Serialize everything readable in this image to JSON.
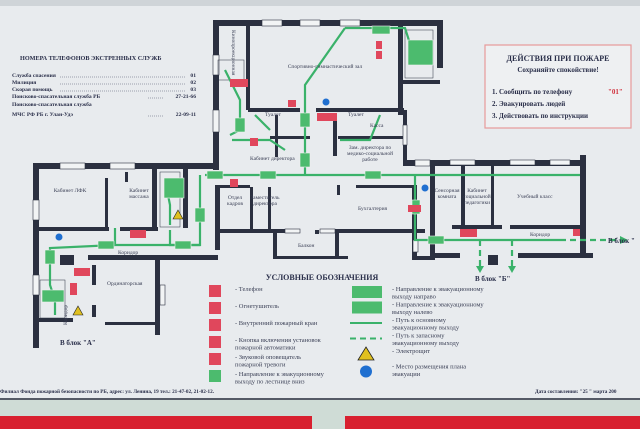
{
  "phones": {
    "title": "НОМЕРА ТЕЛЕФОНОВ ЭКСТРЕННЫХ СЛУЖБ",
    "items": [
      {
        "label": "Служба спасения",
        "number": "01"
      },
      {
        "label": "Милиция",
        "number": "02"
      },
      {
        "label": "Скорая помощь",
        "number": "03"
      },
      {
        "label": "Поисково-спасательная служба РБ",
        "number": "27-21-66"
      },
      {
        "label": "Поисково-спасательная служба",
        "number": ""
      },
      {
        "label": "МЧС РФ РБ г. Улан-Удэ",
        "number": "22-09-11"
      }
    ]
  },
  "actions": {
    "title": "ДЕЙСТВИЯ ПРИ ПОЖАРЕ",
    "subtitle": "Сохраняйте спокойствие!",
    "step1": "1. Сообщить по телефону",
    "step1_number": "\"01\"",
    "step2": "2. Эвакуировать людей",
    "step3": "3. Действовать по инструкции"
  },
  "rooms": {
    "gym": "Спортивно-гимнастический зал",
    "projection": "Кинопроекционная",
    "toilet1": "Туалет",
    "toilet2": "Туалет",
    "cash": "Касса",
    "director": "Кабинет директора",
    "deputy_medical": "Зам. директора по медико-социальной работе",
    "hr": "Отдел кадров",
    "deputy": "Заместитель директора",
    "accounting": "Бухгалтерия",
    "balcony": "Балкон",
    "lfk": "Кабинет ЛФК",
    "massage": "Кабинет массажа",
    "corridor_left": "Коридор",
    "ordinator": "Ординаторская",
    "corridor_vertical": "Коридор",
    "sensory": "Сенсорная комната",
    "social_ped": "Кабинет социальной педагогики",
    "classroom": "Учебный класс",
    "corridor_right": "Коридор"
  },
  "exits": {
    "block_a": "В блок \"А\"",
    "block_b": "В блок \"Б\"",
    "block_v": "В блок \""
  },
  "legend": {
    "title": "УСЛОВНЫЕ ОБОЗНАЧЕНИЯ",
    "left": [
      [
        "- Телефон"
      ],
      [
        "- Огнетушитель"
      ],
      [
        "- Внутренний пожарный кран"
      ],
      [
        "- Кнопка включения установок",
        "пожарной автоматики"
      ],
      [
        "- Звуковой оповещатель",
        "пожарной тревоги"
      ],
      [
        "- Направление к эвакуционному",
        "выходу по лестнице вниз"
      ]
    ],
    "right": [
      [
        "- Направление к эвакуационному",
        "выходу направо"
      ],
      [
        "- Направление к эвакуационному",
        "выходу налево"
      ],
      [
        "- Путь к основному",
        "эвакуационному выходу"
      ],
      [
        "- Путь к запасному",
        "эвакуационному выходу"
      ],
      [
        "- Электрощит"
      ],
      [
        "- Место размещения плана",
        "эвакуации"
      ]
    ]
  },
  "footer": {
    "org": "Филиал Фонда пожарной безопасности по РБ, адрес: ул. Ленина, 19  тел.: 21-47-02, 21-02-12.",
    "date": "Дата составления:  \"25 \" марта  200"
  },
  "colors": {
    "green": "#3ab26a",
    "red": "#e0475c",
    "wall": "#2b3040",
    "blue": "#1f6fd0"
  }
}
